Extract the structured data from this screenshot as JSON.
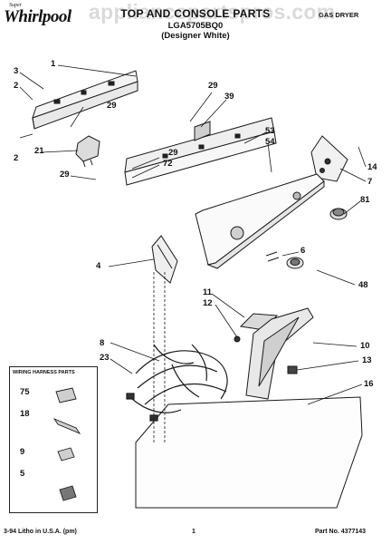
{
  "brand": {
    "name": "Whirlpool",
    "super": "Super"
  },
  "header": {
    "title": "TOP AND CONSOLE PARTS",
    "model": "LGA5705BQ0",
    "variant": "(Designer White)",
    "product_type": "GAS DRYER"
  },
  "watermark": "appliancepartspros.com",
  "inset": {
    "title": "WIRING HARNESS PARTS",
    "callouts": [
      "75",
      "18",
      "9",
      "5"
    ]
  },
  "callouts": [
    "1",
    "3",
    "2",
    "29",
    "21",
    "2",
    "29",
    "29",
    "39",
    "53",
    "54",
    "29",
    "72",
    "14",
    "7",
    "81",
    "6",
    "4",
    "48",
    "11",
    "12",
    "10",
    "8",
    "23",
    "13",
    "16"
  ],
  "footer": {
    "left": "3-94 Litho in U.S.A. (pm)",
    "page": "1",
    "part_no": "Part No. 4377143"
  }
}
